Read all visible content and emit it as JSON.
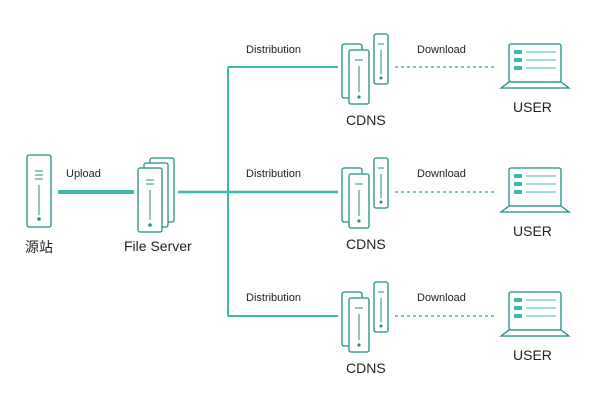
{
  "colors": {
    "line": "#3fb8ae",
    "node_fill": "#ffffff",
    "node_stroke": "#1f8f86",
    "text": "#222222"
  },
  "source": {
    "label": "源站",
    "icon": "server-icon"
  },
  "upload": {
    "label": "Upload"
  },
  "file_server": {
    "label": "File Server",
    "icon": "server-cluster-icon"
  },
  "branches": [
    {
      "link_label": "Distribution",
      "node_label": "CDNS",
      "download_label": "Download",
      "user_label": "USER",
      "node_icon": "cdn-server-icon",
      "user_icon": "laptop-icon"
    },
    {
      "link_label": "Distribution",
      "node_label": "CDNS",
      "download_label": "Download",
      "user_label": "USER",
      "node_icon": "cdn-server-icon",
      "user_icon": "laptop-icon"
    },
    {
      "link_label": "Distribution",
      "node_label": "CDNS",
      "download_label": "Download",
      "user_label": "USER",
      "node_icon": "cdn-server-icon",
      "user_icon": "laptop-icon"
    }
  ]
}
